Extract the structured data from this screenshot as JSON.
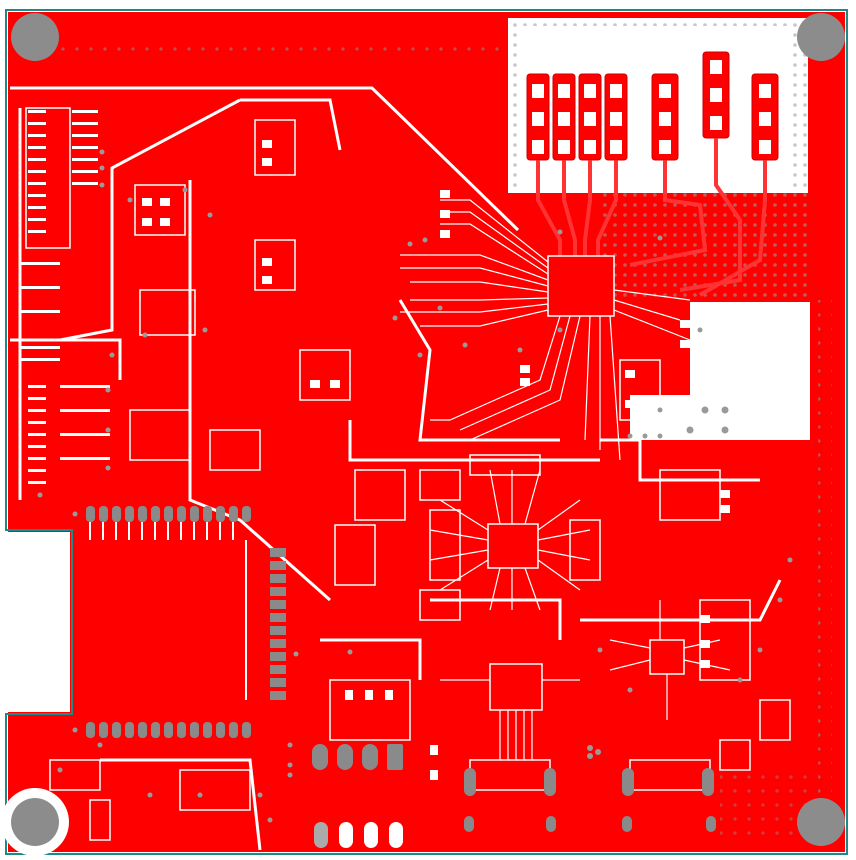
{
  "board": {
    "view": "pcb-top-copper-layer",
    "colors": {
      "background": "#ffffff",
      "copper": "#ff0000",
      "copper_dark": "#cc0000",
      "trace": "#ff2a2a",
      "pad_gray": "#8a8a8a",
      "via": "#9a9a9a",
      "outline": "#1a8a8a",
      "mounting_hole": "#8c8c8c",
      "ring": "#ffffff"
    },
    "components": {
      "mounting_holes": 4,
      "ic_packages": [
        "mcu-qfn",
        "usb-hub-qfn",
        "phy-qfn",
        "regulator-qfn",
        "connector-qfn"
      ],
      "connectors": [
        "left-header-top",
        "left-header-bottom",
        "right-vertical-header",
        "usb-connector-left",
        "usb-connector-right"
      ]
    }
  }
}
